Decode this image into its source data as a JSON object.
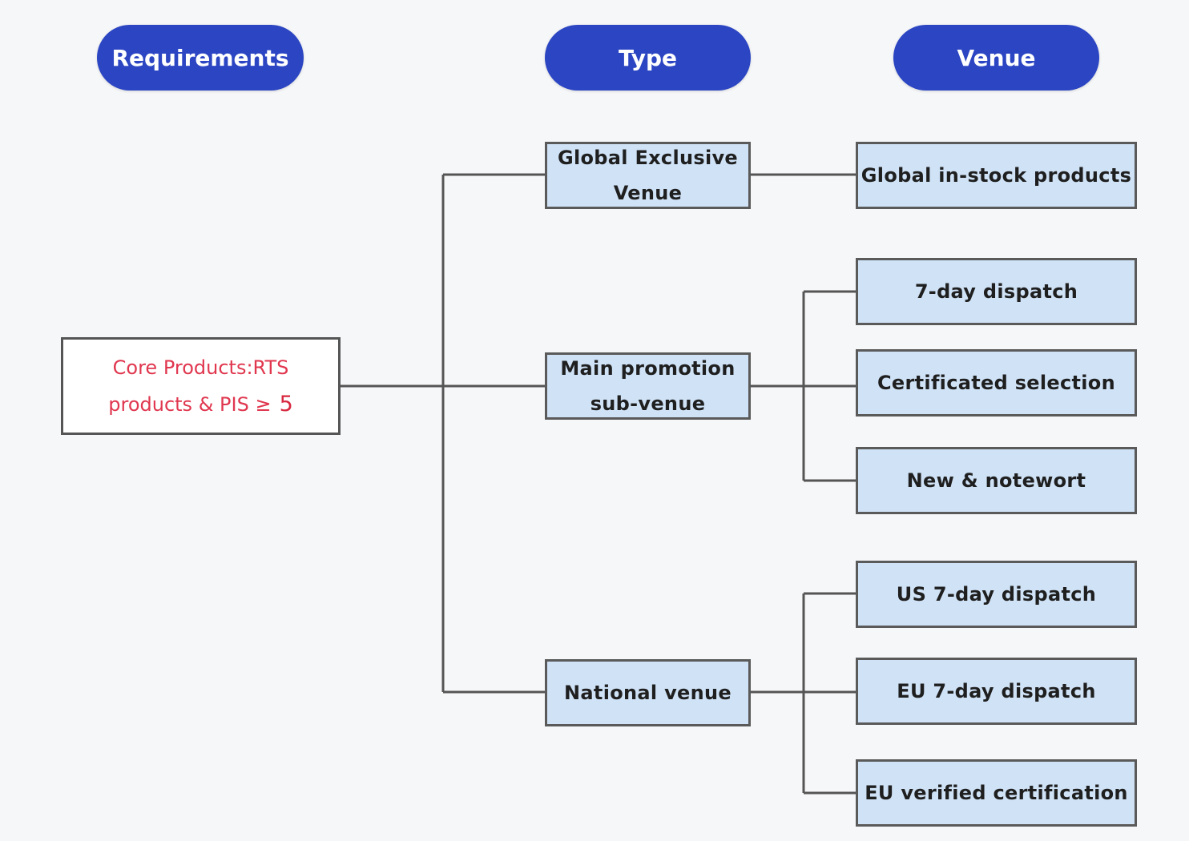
{
  "headers": {
    "requirements": "Requirements",
    "type": "Type",
    "venue": "Venue"
  },
  "requirement": {
    "line1": "Core Products:RTS",
    "line2": "products & PIS ≥",
    "threshold": "5"
  },
  "types": {
    "global_exclusive": {
      "line1": "Global Exclusive",
      "line2": "Venue"
    },
    "main_promotion": {
      "line1": "Main promotion",
      "line2": "sub-venue"
    },
    "national": {
      "label": "National venue"
    }
  },
  "venues": {
    "global_in_stock": "Global in-stock products",
    "seven_day_dispatch": "7-day dispatch",
    "certificated_selection": "Certificated selection",
    "new_noteworthy": "New & notewort",
    "us_seven_day": "US 7-day dispatch",
    "eu_seven_day": "EU 7-day dispatch",
    "eu_verified": "EU verified certification"
  },
  "colors": {
    "header_fill": "#2b45c3",
    "box_fill": "#cfe2f6",
    "box_border": "#5a5a5a",
    "requirement_text": "#e0374f",
    "connector": "#555555"
  }
}
